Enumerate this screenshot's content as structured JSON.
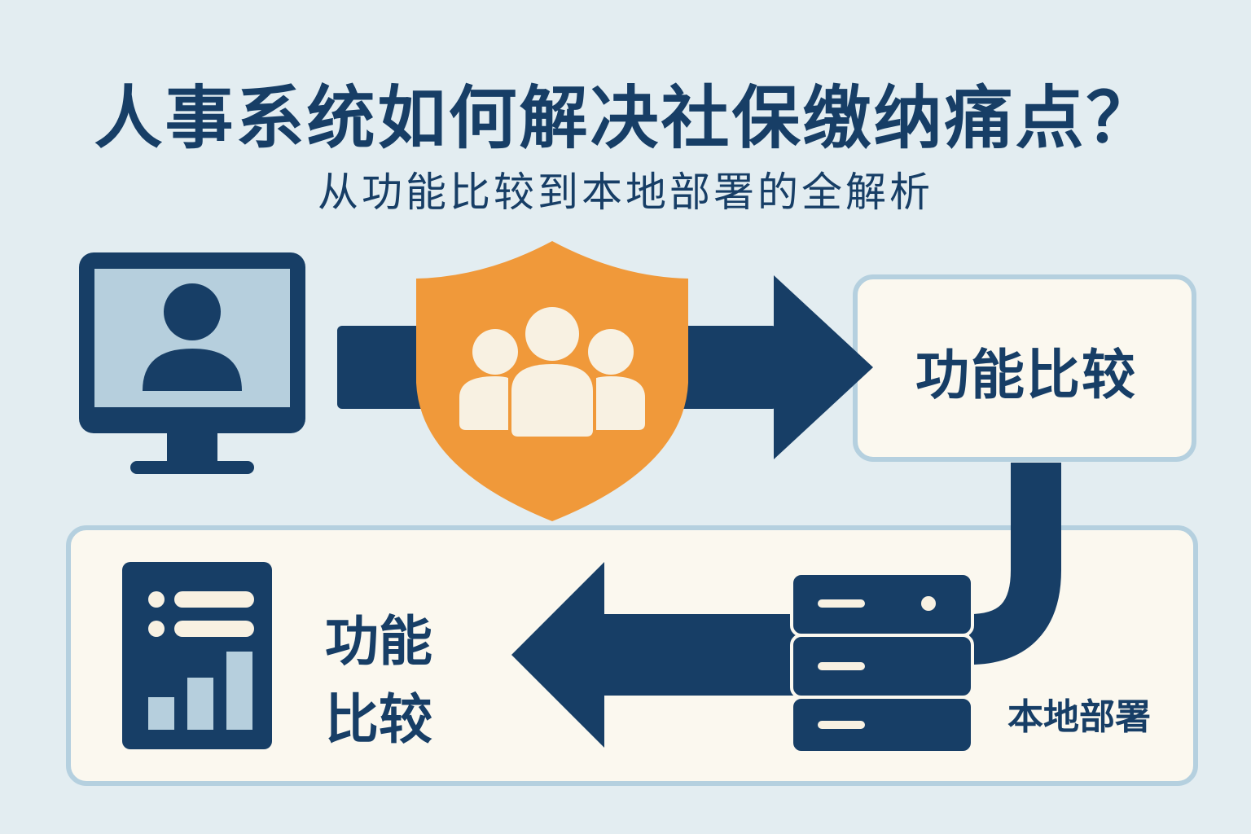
{
  "header": {
    "title": "人事系统如何解决社保缴纳痛点？",
    "subtitle": "从功能比较到本地部署的全解析"
  },
  "boxes": {
    "feature_top_label": "功能比较",
    "feature_bottom_line1": "功能",
    "feature_bottom_line2": "比较",
    "local_deploy_label": "本地部署"
  },
  "icons": {
    "monitor": "monitor-user-icon",
    "shield": "shield-team-icon",
    "report": "report-chart-icon",
    "server": "server-stack-icon"
  },
  "colors": {
    "background": "#e3edf1",
    "navy": "#173e66",
    "orange": "#f0993a",
    "cream": "#fbf8ef",
    "light_blue": "#a8c6d8",
    "panel_border": "#b5d0df"
  }
}
